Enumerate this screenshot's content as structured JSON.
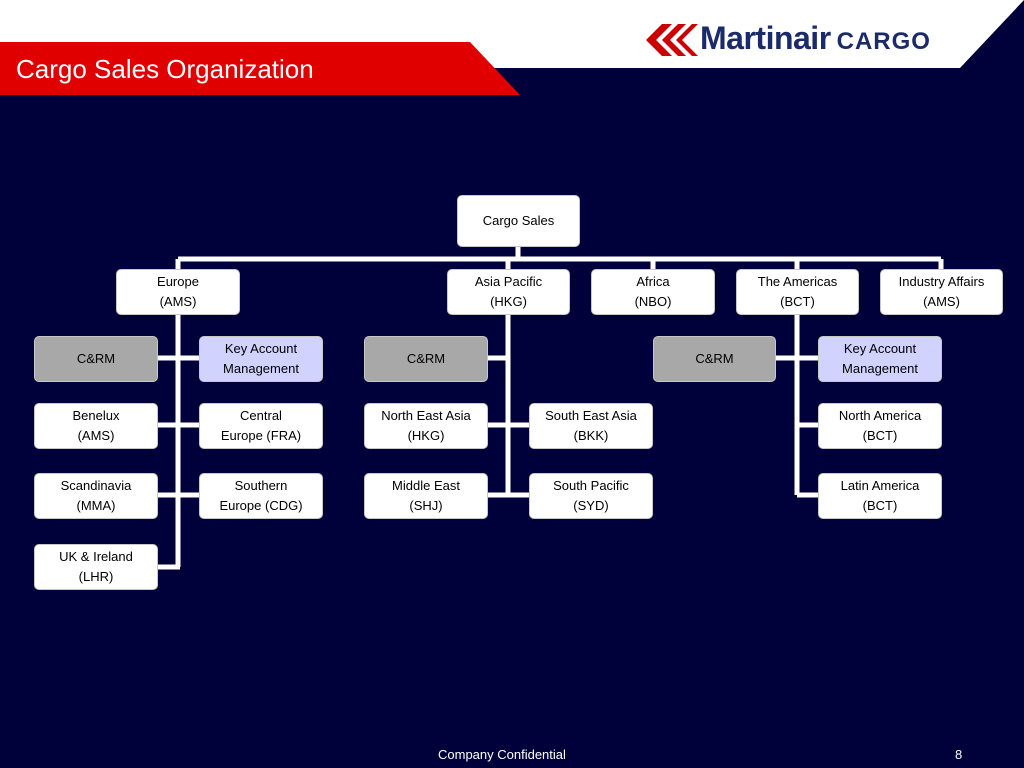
{
  "slide": {
    "title": "Cargo Sales Organization",
    "footer": "Company Confidential",
    "page_number": "8"
  },
  "logo": {
    "brand": "Martinair",
    "product": "CARGO"
  },
  "colors": {
    "background": "#00003a",
    "title_bar": "#e00000",
    "logo_red": "#cc0000",
    "logo_navy": "#1a2a6b",
    "crm_box": "#a8a8a8",
    "key_account_box": "#d2d2ff"
  },
  "org": {
    "root": {
      "line1": "Cargo Sales"
    },
    "europe": {
      "line1": "Europe",
      "line2": "(AMS)"
    },
    "asia_pacific": {
      "line1": "Asia Pacific",
      "line2": "(HKG)"
    },
    "africa": {
      "line1": "Africa",
      "line2": "(NBO)"
    },
    "americas": {
      "line1": "The Americas",
      "line2": "(BCT)"
    },
    "industry_affairs": {
      "line1": "Industry Affairs",
      "line2": "(AMS)"
    },
    "eu_crm": {
      "line1": "C&RM"
    },
    "eu_kam": {
      "line1": "Key Account",
      "line2": "Management"
    },
    "benelux": {
      "line1": "Benelux",
      "line2": "(AMS)"
    },
    "central_europe": {
      "line1": "Central",
      "line2": "Europe (FRA)"
    },
    "scandinavia": {
      "line1": "Scandinavia",
      "line2": "(MMA)"
    },
    "southern_europe": {
      "line1": "Southern",
      "line2": "Europe (CDG)"
    },
    "uk_ireland": {
      "line1": "UK & Ireland",
      "line2": "(LHR)"
    },
    "ap_crm": {
      "line1": "C&RM"
    },
    "north_east_asia": {
      "line1": "North East Asia",
      "line2": "(HKG)"
    },
    "south_east_asia": {
      "line1": "South East Asia",
      "line2": "(BKK)"
    },
    "middle_east": {
      "line1": "Middle East",
      "line2": "(SHJ)"
    },
    "south_pacific": {
      "line1": "South Pacific",
      "line2": "(SYD)"
    },
    "am_crm": {
      "line1": "C&RM"
    },
    "am_kam": {
      "line1": "Key Account",
      "line2": "Management"
    },
    "north_america": {
      "line1": "North America",
      "line2": "(BCT)"
    },
    "latin_america": {
      "line1": "Latin America",
      "line2": "(BCT)"
    }
  }
}
